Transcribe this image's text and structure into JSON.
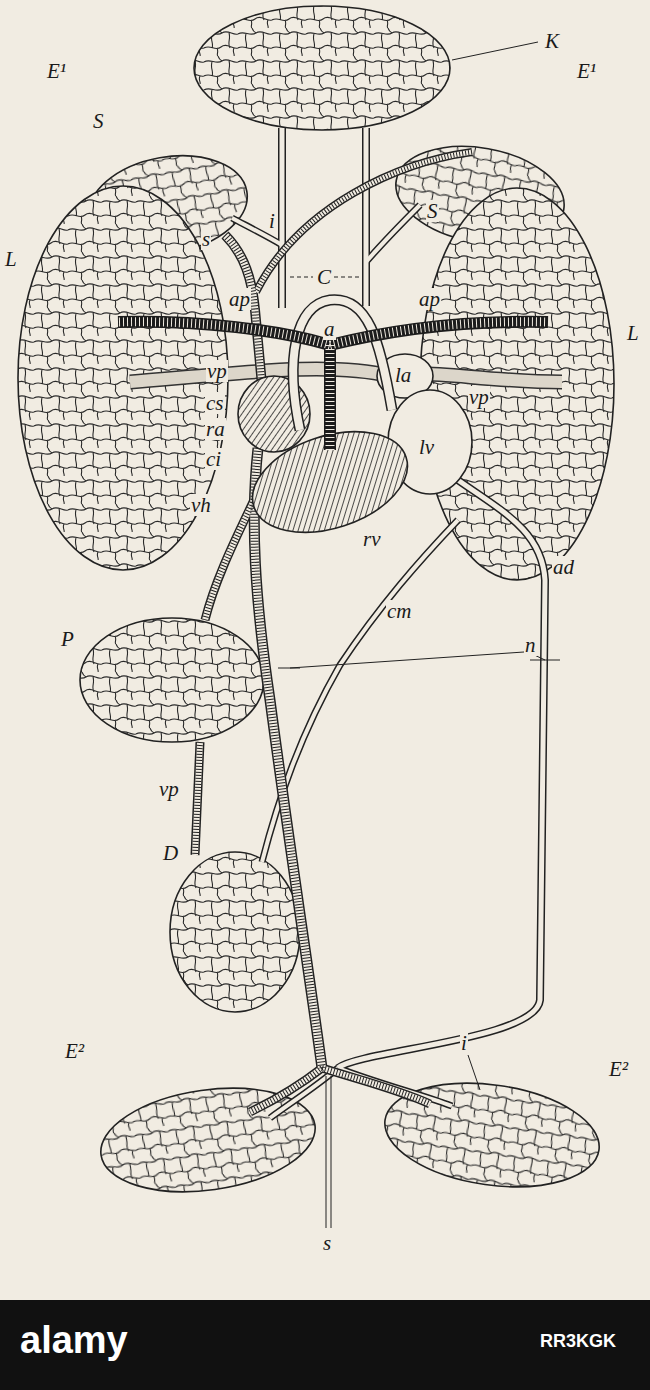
{
  "diagram": {
    "labels": [
      "K",
      "E¹",
      "E¹",
      "S",
      "i",
      "s",
      "S",
      "C",
      "ap",
      "ap",
      "a",
      "L",
      "L",
      "vp",
      "vp",
      "la",
      "cs",
      "ra",
      "lv",
      "ci",
      "vh",
      "rv",
      "ad",
      "cm",
      "n",
      "P",
      "vp",
      "D",
      "E²",
      "E²",
      "i",
      "s",
      "alamy",
      "RR3KGK"
    ]
  }
}
